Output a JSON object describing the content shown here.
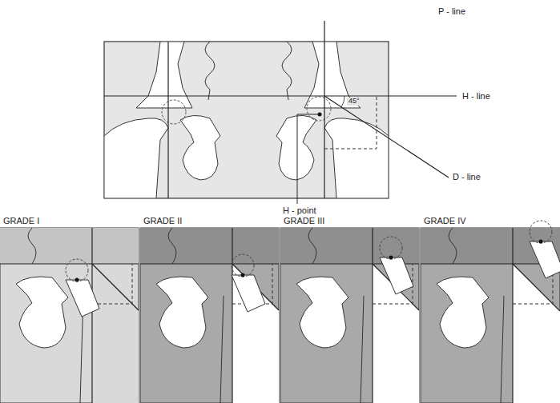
{
  "diagram": {
    "labels": [
      "P - line",
      "H - line",
      "D - line",
      "H - point",
      "45°",
      "GRADE I",
      "GRADE II",
      "GRADE III",
      "GRADE IV"
    ]
  }
}
